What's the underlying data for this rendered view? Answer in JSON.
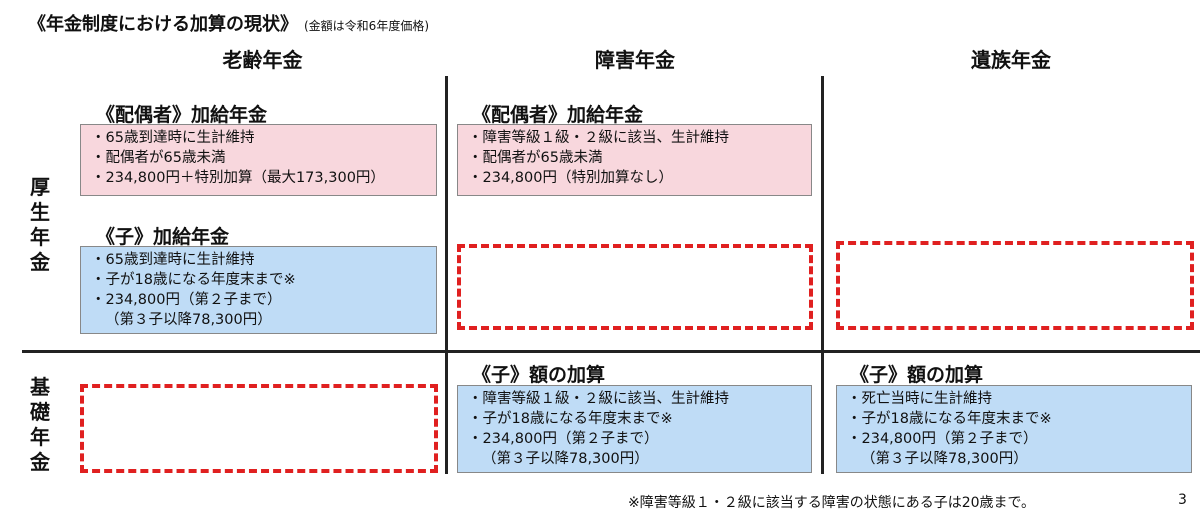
{
  "title": {
    "main": "《年金制度における加算の現状》",
    "note": "(金額は令和6年度価格)"
  },
  "columns": [
    "老齢年金",
    "障害年金",
    "遺族年金"
  ],
  "rows": {
    "kosei": [
      "厚",
      "生",
      "年",
      "金"
    ],
    "kiso": [
      "基",
      "礎",
      "年",
      "金"
    ]
  },
  "cells": {
    "old_spouse": {
      "head": "《配偶者》加給年金",
      "lines": [
        "・65歳到達時に生計維持",
        "・配偶者が65歳未満",
        "・234,800円＋特別加算（最大173,300円）"
      ]
    },
    "old_child": {
      "head": "《子》加給年金",
      "lines": [
        "・65歳到達時に生計維持",
        "・子が18歳になる年度末まで※",
        "・234,800円（第２子まで）",
        "（第３子以降78,300円）"
      ]
    },
    "dis_spouse": {
      "head": "《配偶者》加給年金",
      "lines": [
        "・障害等級１級・２級に該当、生計維持",
        "・配偶者が65歳未満",
        "・234,800円（特別加算なし）"
      ]
    },
    "dis_child": {
      "head": "《子》額の加算",
      "lines": [
        "・障害等級１級・２級に該当、生計維持",
        "・子が18歳になる年度末まで※",
        "・234,800円（第２子まで）",
        "（第３子以降78,300円）"
      ]
    },
    "sur_child": {
      "head": "《子》額の加算",
      "lines": [
        "・死亡当時に生計維持",
        "・子が18歳になる年度末まで※",
        "・234,800円（第２子まで）",
        "（第３子以降78,300円）"
      ]
    }
  },
  "footnote": "※障害等級１・２級に該当する障害の状態にある子は20歳まで。",
  "page_number": "3",
  "colors": {
    "pink_box": "#f8d7dd",
    "blue_box": "#bfdcf6",
    "dashed_red": "#e02020"
  }
}
